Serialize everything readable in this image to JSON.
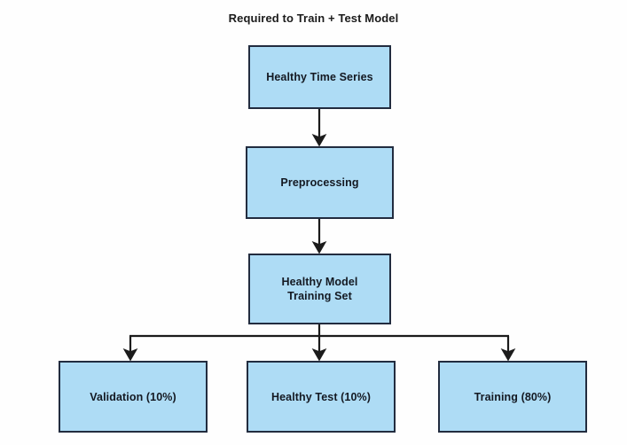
{
  "diagram": {
    "type": "flowchart",
    "title": "Required to Train + Test Model",
    "orientation": "top-down",
    "colors": {
      "node_fill": "#aedcf5",
      "node_border": "#222c3f",
      "edge": "#1b1b1b",
      "text": "#141922",
      "background": "#fefefe"
    },
    "nodes": [
      {
        "id": "healthy-time-series",
        "label": "Healthy Time Series",
        "label_line1": "Healthy Time Series",
        "label_line2": "",
        "level": 0
      },
      {
        "id": "preprocessing",
        "label": "Preprocessing",
        "label_line1": "Preprocessing",
        "label_line2": "",
        "level": 1
      },
      {
        "id": "healthy-model-training-set",
        "label": "Healthy Model Training Set",
        "label_line1": "Healthy Model",
        "label_line2": "Training Set",
        "level": 2
      },
      {
        "id": "validation",
        "label": "Validation (10%)",
        "label_line1": "Validation (10%)",
        "label_line2": "",
        "split_percent": 10,
        "level": 3
      },
      {
        "id": "healthy-test",
        "label": "Healthy Test (10%)",
        "label_line1": "Healthy Test (10%)",
        "label_line2": "",
        "split_percent": 10,
        "level": 3
      },
      {
        "id": "training",
        "label": "Training (80%)",
        "label_line1": "Training (80%)",
        "label_line2": "",
        "split_percent": 80,
        "level": 3
      }
    ],
    "edges": [
      {
        "from": "healthy-time-series",
        "to": "preprocessing",
        "style": "straight-arrow"
      },
      {
        "from": "preprocessing",
        "to": "healthy-model-training-set",
        "style": "straight-arrow"
      },
      {
        "from": "healthy-model-training-set",
        "to": "validation",
        "style": "elbow-arrow"
      },
      {
        "from": "healthy-model-training-set",
        "to": "healthy-test",
        "style": "straight-arrow"
      },
      {
        "from": "healthy-model-training-set",
        "to": "training",
        "style": "elbow-arrow"
      }
    ]
  }
}
